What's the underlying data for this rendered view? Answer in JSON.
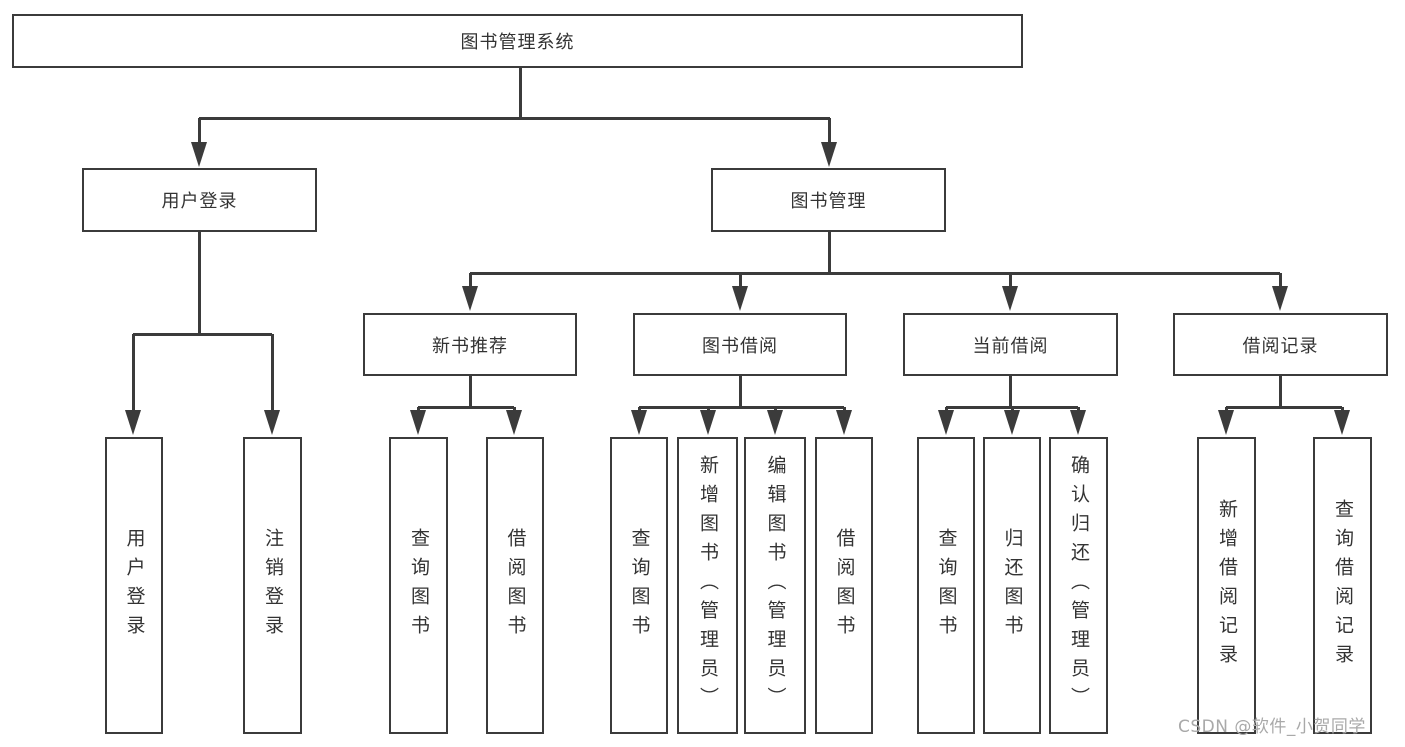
{
  "diagram": {
    "root": "图书管理系统",
    "level2": {
      "user_login": "用户登录",
      "book_management": "图书管理"
    },
    "level3": {
      "new_book_recommend": "新书推荐",
      "book_borrowing": "图书借阅",
      "current_borrowing": "当前借阅",
      "borrowing_records": "借阅记录"
    },
    "level4": {
      "user_login": "用户登录",
      "logout": "注销登录",
      "query_books_recommend": "查询图书",
      "borrow_books_recommend": "借阅图书",
      "query_books_borrowing": "查询图书",
      "add_books_admin": "新增图书（管理员）",
      "edit_books_admin": "编辑图书（管理员）",
      "borrow_books_borrowing": "借阅图书",
      "query_books_current": "查询图书",
      "return_books": "归还图书",
      "confirm_return_admin": "确认归还（管理员）",
      "add_borrow_record": "新增借阅记录",
      "query_borrow_record": "查询借阅记录"
    }
  },
  "watermark": "CSDN @软件_小贺同学",
  "colors": {
    "line": "#3b3b3b",
    "text": "#333333",
    "watermark": "#a9a9a9",
    "background": "#ffffff"
  }
}
